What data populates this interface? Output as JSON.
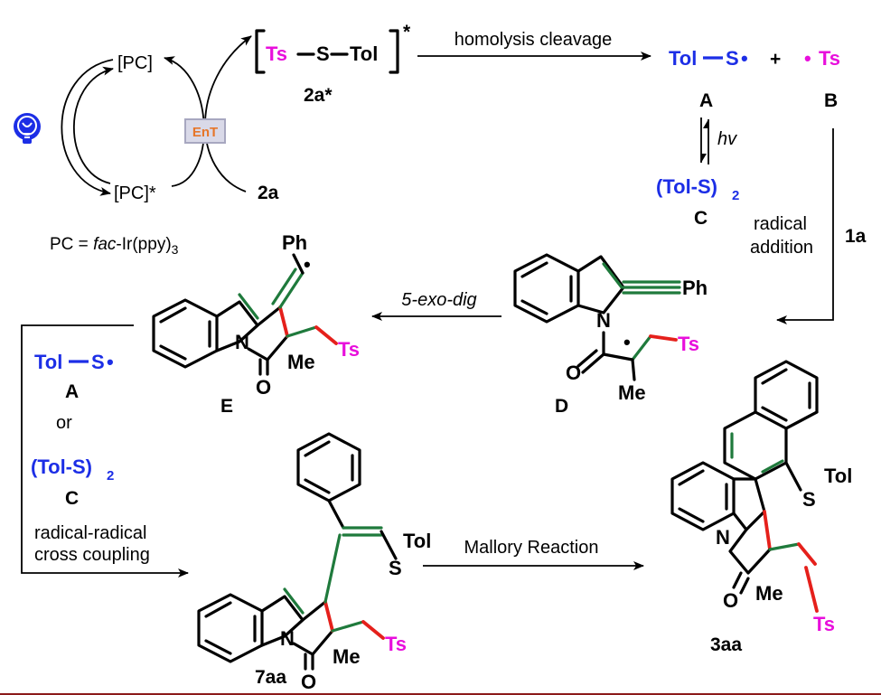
{
  "catalytic_cycle": {
    "pc_top": "[PC]",
    "pc_excited": "[PC]*",
    "ent_label": "EnT",
    "pc_definition_prefix": "PC = ",
    "pc_definition_italic": "fac",
    "pc_definition_suffix": "-Ir(ppy)",
    "pc_definition_sub": "3",
    "lamp_icon": "light-bulb-icon",
    "colors": {
      "ent_fill": "#d9d9e8",
      "ent_text": "#e6762a",
      "lamp": "#1c2ee6"
    }
  },
  "reagent": {
    "ts": "Ts",
    "s": "S",
    "tol": "Tol",
    "star": "*",
    "excited_label": "2a*",
    "ground_label": "2a"
  },
  "steps": {
    "homolysis": "homolysis cleavage",
    "hv": "hv",
    "radical_addition_1": "radical",
    "radical_addition_2": "addition",
    "reagent_1a": "1a",
    "exo_dig": "5-exo-dig",
    "mallory": "Mallory Reaction",
    "coupling_1": "radical-radical",
    "coupling_2": "cross coupling",
    "or": "or"
  },
  "species": {
    "A": {
      "label": "A",
      "tol": "Tol",
      "s": "S",
      "dot": "•"
    },
    "B": {
      "label": "B",
      "dot": "•",
      "ts": "Ts"
    },
    "plus": "+",
    "C": {
      "label": "C",
      "formula": "(Tol-S)",
      "sub": "2"
    },
    "D": {
      "label": "D"
    },
    "E": {
      "label": "E"
    },
    "product_7aa": "7aa",
    "product_3aa": "3aa"
  },
  "atoms": {
    "N": "N",
    "O": "O",
    "Me": "Me",
    "Ph": "Ph",
    "Ts": "Ts",
    "S": "S",
    "Tol": "Tol",
    "dot": "•"
  },
  "colors": {
    "ts": "#e80fdc",
    "tol": "#1c2ee6",
    "new_bond_green": "#1f7a3c",
    "new_bond_red": "#e5201b",
    "footer_rule": "#8b1a1a"
  }
}
